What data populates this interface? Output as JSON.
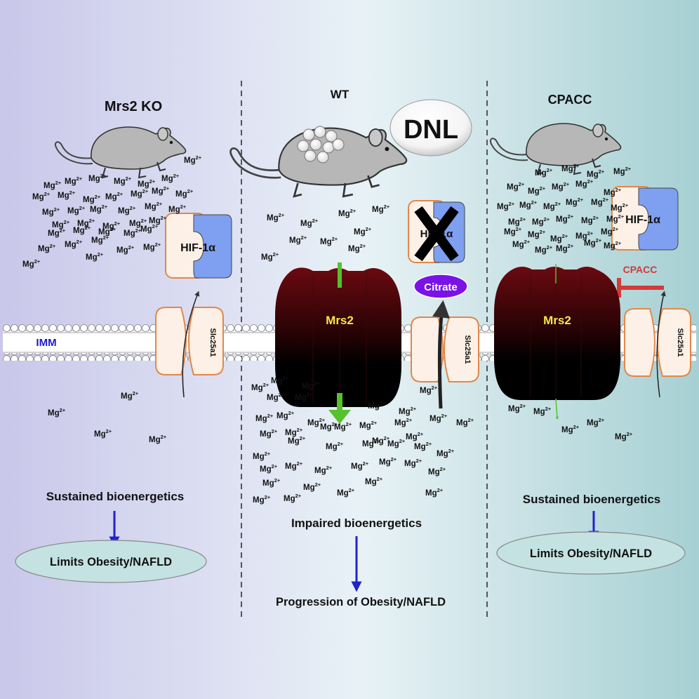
{
  "panels": {
    "left": {
      "title": "Mrs2 KO",
      "hif_label": "HIF-1α",
      "transporter_label": "Slc25a1",
      "membrane_label": "IMM",
      "outcome_text": "Sustained bioenergetics",
      "outcome_result": "Limits Obesity/NAFLD"
    },
    "center": {
      "title": "WT",
      "dnl_label": "DNL",
      "hif_label": "HIF-1α",
      "citrate_label": "Citrate",
      "channel_label": "Mrs2",
      "transporter_label": "Slc25a1",
      "outcome_text": "Impaired bioenergetics",
      "outcome_result": "Progression of Obesity/NAFLD"
    },
    "right": {
      "title": "CPACC",
      "hif_label": "HIF-1α",
      "inhibitor_label": "CPACC",
      "channel_label": "Mrs2",
      "transporter_label": "Slc25a1",
      "outcome_text": "Sustained bioenergetics",
      "outcome_result": "Limits Obesity/NAFLD"
    }
  },
  "ion": {
    "base": "Mg",
    "charge": "2+"
  },
  "colors": {
    "bg_left": "#c9c7ea",
    "bg_center": "#e6f0f6",
    "bg_right": "#a9d2d4",
    "hif_blue": "#7f9ff0",
    "transporter_fill": "#fdf0e6",
    "transporter_stroke": "#e0884a",
    "channel_dark": "#000000",
    "channel_red": "#6a0a10",
    "citrate": "#7a12e8",
    "green_arrow": "#55c22a",
    "blue_arrow": "#2222cc",
    "inhibitor_red": "#d43a3a",
    "ellipse_fill": "#c4e2e2"
  }
}
